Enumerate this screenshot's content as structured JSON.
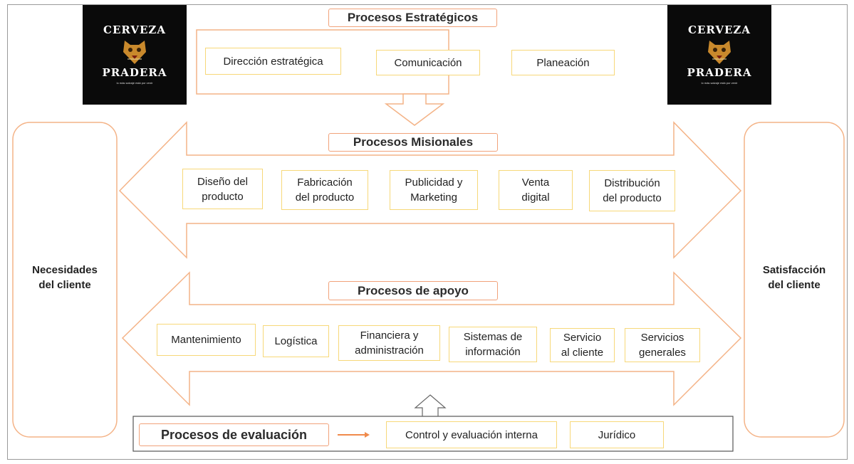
{
  "diagram": {
    "strategic": {
      "title": "Procesos Estratégicos",
      "items": [
        "Dirección estratégica",
        "Comunicación",
        "Planeación"
      ]
    },
    "missional": {
      "title": "Procesos Misionales",
      "items": [
        "Diseño del\nproducto",
        "Fabricación\ndel producto",
        "Publicidad y\nMarketing",
        "Venta\ndigital",
        "Distribución\ndel producto"
      ]
    },
    "support": {
      "title": "Procesos de apoyo",
      "items": [
        "Mantenimiento",
        "Logística",
        "Financiera y\nadministración",
        "Sistemas de\ninformación",
        "Servicio\nal cliente",
        "Servicios\ngenerales"
      ]
    },
    "evaluation": {
      "title": "Procesos de evaluación",
      "items": [
        "Control y evaluación interna",
        "Jurídico"
      ]
    },
    "left_label": "Necesidades\ndel cliente",
    "right_label": "Satisfacción\ndel cliente"
  },
  "logo": {
    "line1": "CERVEZA",
    "line2": "PRADERA",
    "tagline": "lo más salvaje está por venir"
  },
  "colors": {
    "arrow_outline": "#f4b387",
    "title_border": "#f1a27a",
    "box_border": "#f7d879",
    "logo_bg": "#0a0a0a",
    "face": "#c9892c"
  }
}
